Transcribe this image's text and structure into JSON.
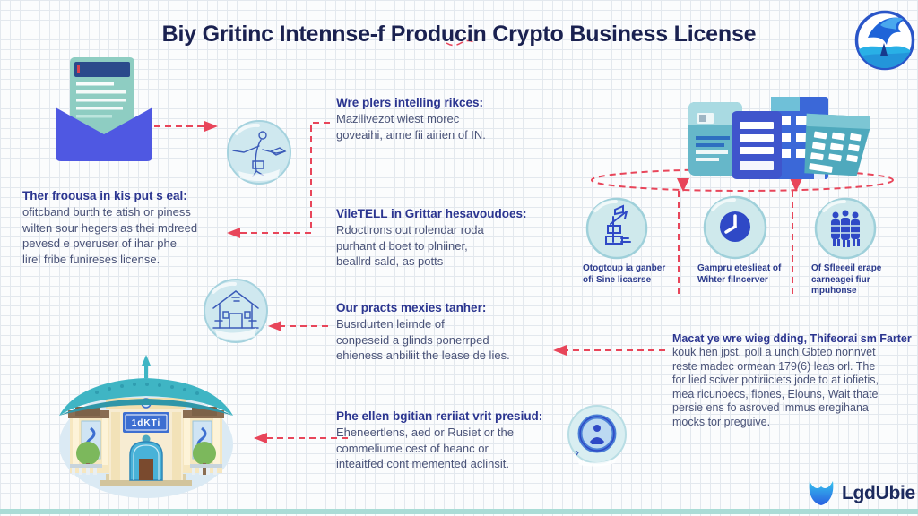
{
  "title": "Biy Gritinc Intennse-f Producin Crypto Business License",
  "left_note": {
    "heading": "Ther froousa in kis put s eal:",
    "lines": [
      "ofitcband burth te atish or piness",
      "wilten sour hegers as thei mdreed",
      "pevesd e pveruser of ihar phe",
      "lirel fribe funireses license."
    ]
  },
  "steps": [
    {
      "icon": "person-desk-sketch-icon",
      "heading": "Wre plers intelling rikces:",
      "lines": [
        "Mazilivezot wiest morec",
        "goveaihi, aime fii airien of IN."
      ]
    },
    {
      "icon": "none",
      "heading": "VileTELL in Grittar hesavoudoes:",
      "lines": [
        "Rdoctirons out rolendar roda",
        "purhant d boet to plniiner,",
        "beallrd sald, as potts"
      ]
    },
    {
      "icon": "house-sketch-icon",
      "heading": "Our practs mexies tanher:",
      "lines": [
        "Busrdurten leirnde of",
        "conpeseid a glinds ponerrped",
        "ehieness anbiliit the lease de lies."
      ]
    },
    {
      "icon": "badge-seal-icon",
      "heading": "Phe ellen bgitian reriiat vrit presiud:",
      "lines": [
        "Eheneertlens, aed or Rusiet or the",
        "commeliume cest of heanc or",
        "inteaitfed cont memented aclinsit."
      ]
    }
  ],
  "pillars": [
    {
      "icon": "crane-sketch-icon",
      "caption_lines": [
        "Otogtoup ia ganber",
        "ofi Sine licasrse"
      ]
    },
    {
      "icon": "clock-icon",
      "caption_lines": [
        "Gampru eteslieat of",
        "Wihter filncerver"
      ]
    },
    {
      "icon": "team-icon",
      "caption_lines": [
        "Of Sfleeeil erape",
        "carneagei fiur",
        "mpuhonse"
      ]
    }
  ],
  "right_note": {
    "heading": "Macat ye wre wieg dding, Thifeorai sm Farter",
    "lines": [
      "kouk hen jpst, poll a unch Gbteo nonnvet",
      "reste madec ormean 179(6) leas orl. The",
      "for lied sciver potiriiciets jode to at iofietis,",
      "mea ricunoecs, fiones, Elouns, Wait thate",
      "persie ens fo asroved immus eregihana",
      "mocks tor preguive."
    ]
  },
  "bank": {
    "sign": "1dKTi"
  },
  "brand": {
    "name": "LgdUbie"
  },
  "colors": {
    "accent_red": "#e8455a",
    "title_navy": "#1a2150",
    "heading_blue": "#2b3590",
    "body_text": "#4a5378",
    "teal": "#5fb4c8",
    "blue": "#3f55cc",
    "circle_fill": "#cfe9ee",
    "roof_teal": "#3fb5c4",
    "strip_teal": "#aadcd6"
  }
}
